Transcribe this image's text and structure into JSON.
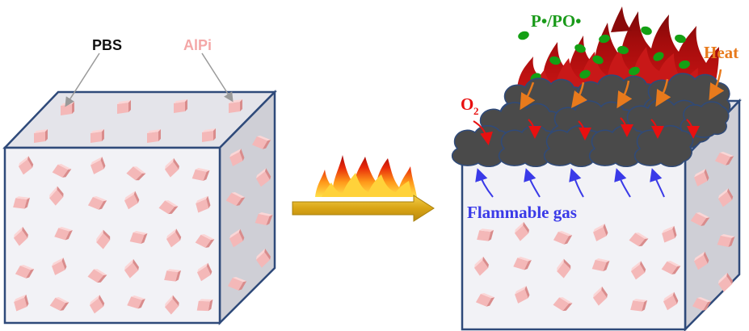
{
  "labels": {
    "pbs": "PBS",
    "alpi": "AlPi",
    "radicals": "P•/PO•",
    "oxygen": "O",
    "oxygen_sub": "2",
    "heat": "Heat",
    "flammable_gas": "Flammable gas"
  },
  "colors": {
    "pbs_text": "#111111",
    "alpi_text": "#f4a7a7",
    "radicals_text": "#1a9a1a",
    "oxygen": "#e81010",
    "heat": "#e87a1c",
    "flammable_gas": "#3a3ae8",
    "cube_front": "#f2f2f6",
    "cube_top": "#e4e4ea",
    "cube_side": "#cfcfd6",
    "cube_edge": "#2f4a7a",
    "particle": "#f4b8b8",
    "char": "#4a4a4a",
    "arrow_gold": "#d9a415"
  }
}
